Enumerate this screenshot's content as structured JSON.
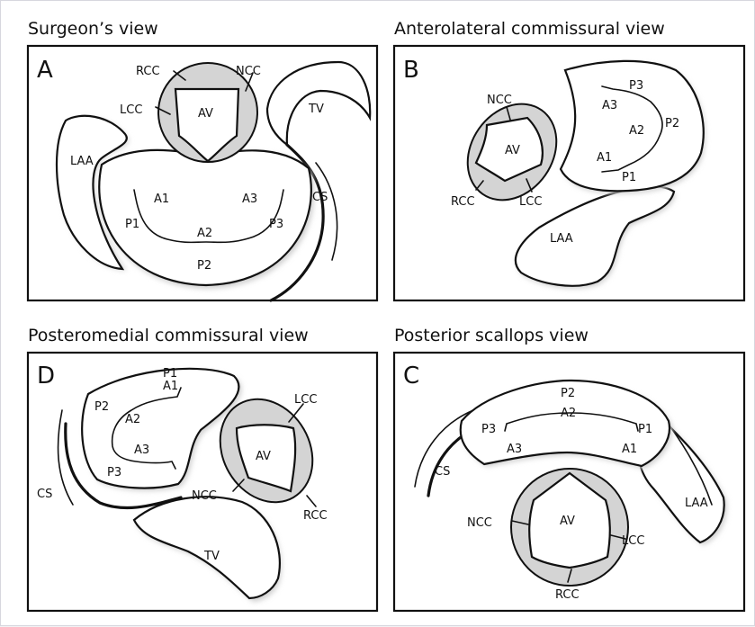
{
  "panels": {
    "A": {
      "title": "Surgeon’s view",
      "letter": "A",
      "labels": {
        "rcc": "RCC",
        "ncc": "NCC",
        "lcc": "LCC",
        "av": "AV",
        "tv": "TV",
        "laa": "LAA",
        "cs": "CS",
        "a1": "A1",
        "a2": "A2",
        "a3": "A3",
        "p1": "P1",
        "p2": "P2",
        "p3": "P3"
      }
    },
    "B": {
      "title": "Anterolateral commissural view",
      "letter": "B",
      "labels": {
        "ncc": "NCC",
        "av": "AV",
        "rcc": "RCC",
        "lcc": "LCC",
        "laa": "LAA",
        "a1": "A1",
        "a2": "A2",
        "a3": "A3",
        "p1": "P1",
        "p2": "P2",
        "p3": "P3"
      }
    },
    "D": {
      "title": "Posteromedial commissural view",
      "letter": "D",
      "labels": {
        "lcc": "LCC",
        "av": "AV",
        "ncc": "NCC",
        "rcc": "RCC",
        "cs": "CS",
        "tv": "TV",
        "a1": "A1",
        "a2": "A2",
        "a3": "A3",
        "p1": "P1",
        "p2": "P2",
        "p3": "P3"
      }
    },
    "C": {
      "title": "Posterior scallops view",
      "letter": "C",
      "labels": {
        "ncc": "NCC",
        "av": "AV",
        "lcc": "LCC",
        "rcc": "RCC",
        "cs": "CS",
        "laa": "LAA",
        "a1": "A1",
        "a2": "A2",
        "a3": "A3",
        "p1": "P1",
        "p2": "P2",
        "p3": "P3"
      }
    }
  }
}
